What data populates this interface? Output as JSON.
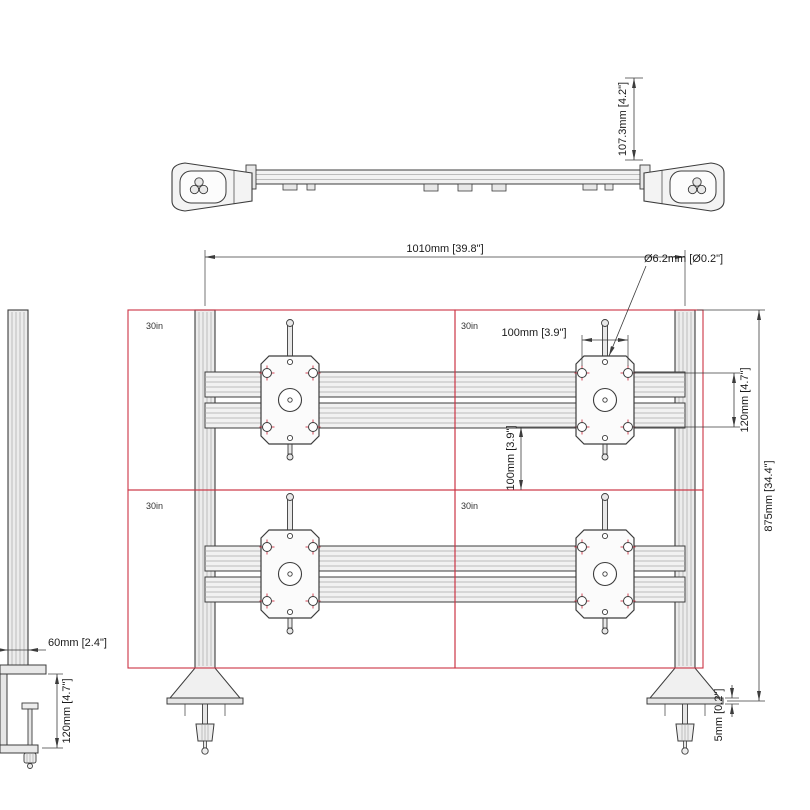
{
  "colors": {
    "red": "#cc3344",
    "line": "#3c3c3c"
  },
  "top_view": {
    "depth_dim": "107.3mm [4.2\"]"
  },
  "front_view": {
    "width_dim": "1010mm [39.8\"]",
    "hole_dim": "Ø6.2mm [Ø0.2\"]",
    "vesa_width_dim": "100mm [3.9\"]",
    "vesa_height_dim": "120mm [4.7\"]",
    "center_offset_dim": "100mm [3.9\"]",
    "height_dim": "875mm [34.4\"]",
    "thickness_dim": "5mm [0.2\"]",
    "monitor_labels": [
      "30in",
      "30in",
      "30in",
      "30in"
    ]
  },
  "side_view": {
    "depth_dim": "60mm [2.4\"]",
    "clamp_dim": "120mm [4.7\"]"
  }
}
